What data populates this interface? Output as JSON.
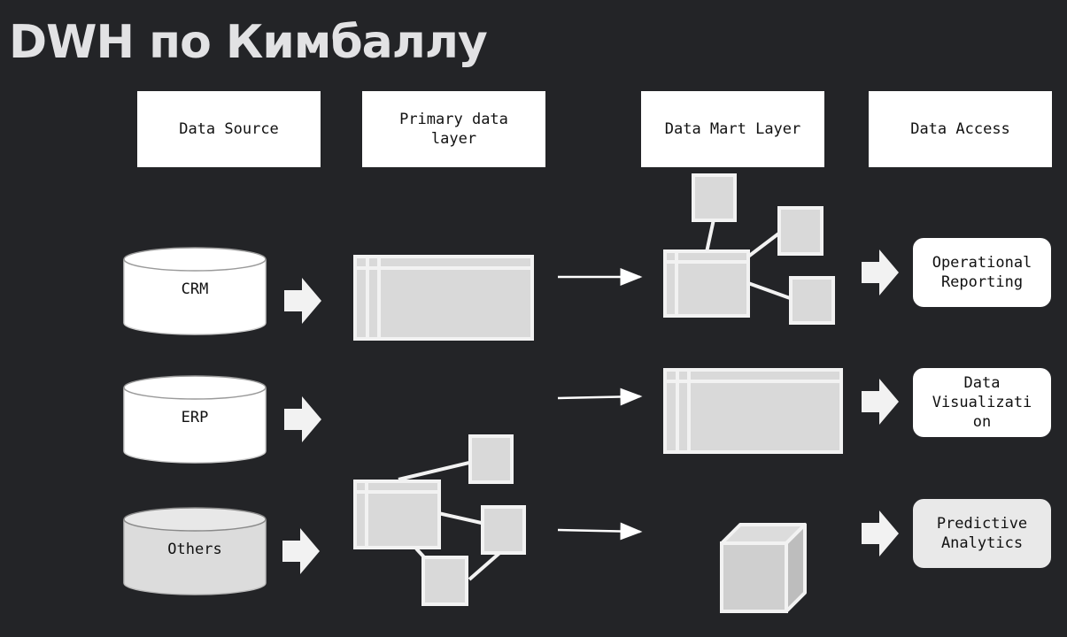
{
  "title": "DWH по Кимбаллу",
  "headers": {
    "data_source": "Data Source",
    "primary_line1": "Primary data",
    "primary_line2": "layer",
    "data_mart": "Data Mart Layer",
    "data_access": "Data Access"
  },
  "sources": {
    "crm": "CRM",
    "erp": "ERP",
    "others": "Others"
  },
  "access": {
    "operational_line1": "Operational",
    "operational_line2": "Reporting",
    "viz_line1": "Data",
    "viz_line2": "Visualizati",
    "viz_line3": "on",
    "predictive_line1": "Predictive",
    "predictive_line2": "Analytics"
  },
  "colors": {
    "background": "#232427",
    "box": "#ffffff",
    "shape_fill": "#d9d9d9",
    "shape_border": "#f2f2f2"
  }
}
